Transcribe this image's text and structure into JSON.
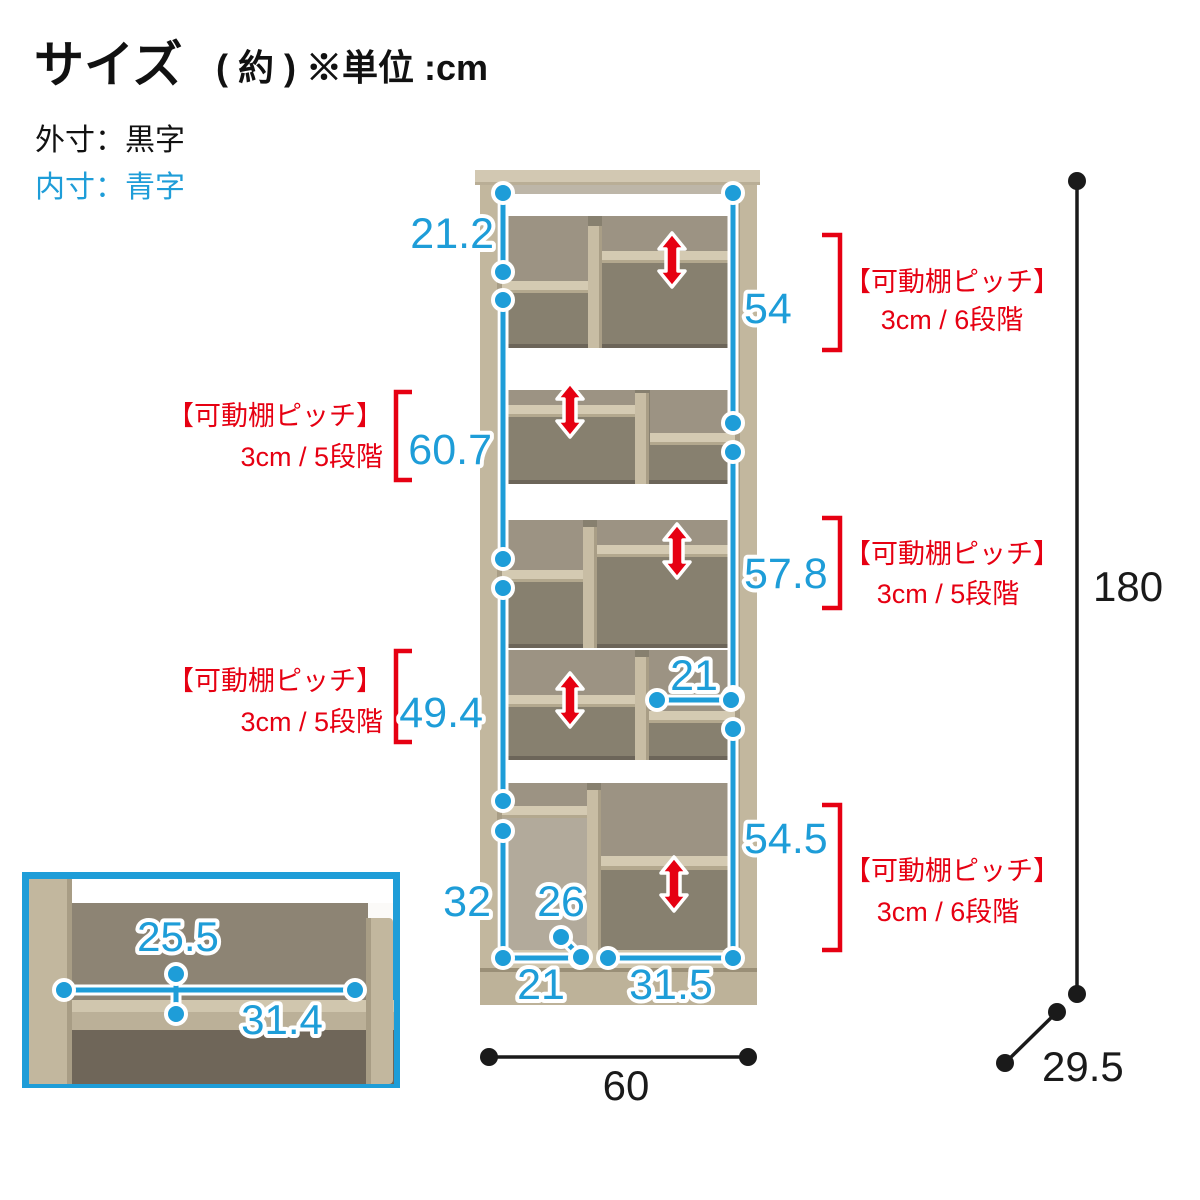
{
  "title": {
    "main": "サイズ",
    "suffix": "( 約 ) ※単位 :cm"
  },
  "legend": {
    "outer_label": "外寸：黒字",
    "inner_label": "内寸：青字"
  },
  "colors": {
    "accent_blue": "#1e9dd8",
    "accent_red": "#e60012",
    "text_black": "#1a1a1a",
    "wood": "#c2b79e",
    "back_panel_gray": "#9c9383"
  },
  "outer_dims": {
    "height": "180",
    "width": "60",
    "depth": "29.5"
  },
  "inner_dims": {
    "top_left_height": "21.2",
    "upper_right_height": "54",
    "upper_left_height": "60.7",
    "middle_right_height": "57.8",
    "middle_left_height": "49.4",
    "module4_right_width": "21",
    "lower_right_height": "54.5",
    "lower_left_height": "32",
    "lower_center_width": "26",
    "bottom_left_width": "21",
    "bottom_right_width": "31.5"
  },
  "inset_dims": {
    "depth": "25.5",
    "width": "31.4"
  },
  "annotations": [
    {
      "position": "upper-right",
      "line1": "【可動棚ピッチ】",
      "line2": "3cm / 6段階"
    },
    {
      "position": "upper-left",
      "line1": "【可動棚ピッチ】",
      "line2": "3cm / 5段階"
    },
    {
      "position": "middle-right",
      "line1": "【可動棚ピッチ】",
      "line2": "3cm / 5段階"
    },
    {
      "position": "lower-left",
      "line1": "【可動棚ピッチ】",
      "line2": "3cm / 5段階"
    },
    {
      "position": "lower-right",
      "line1": "【可動棚ピッチ】",
      "line2": "3cm / 6段階"
    }
  ]
}
